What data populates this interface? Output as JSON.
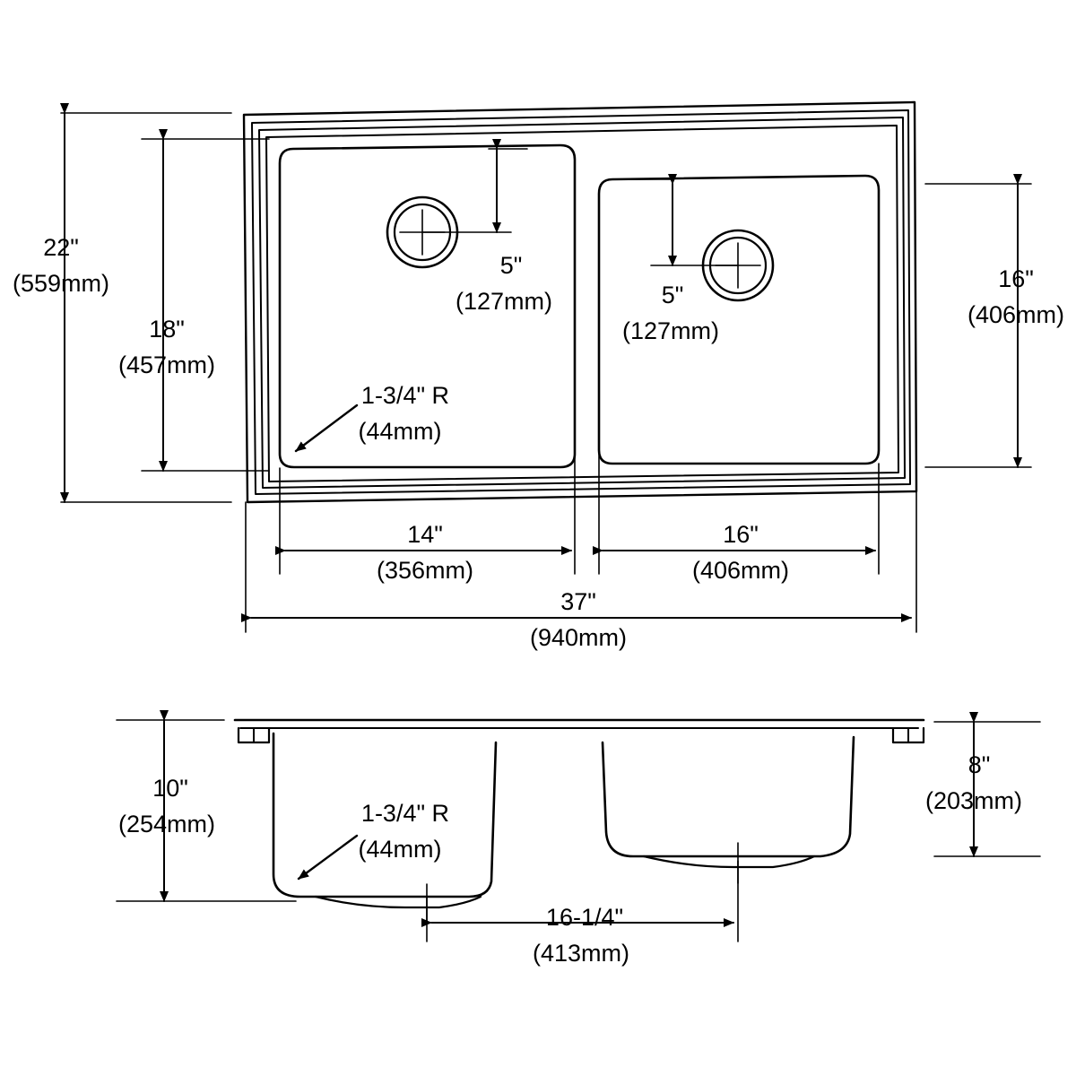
{
  "drawing": {
    "title": "Double bowl kitchen sink dimensioned drawing",
    "views": [
      {
        "name": "top-view",
        "label": ""
      },
      {
        "name": "section-view",
        "label": ""
      }
    ],
    "dimensions": {
      "overall_height_top": {
        "imperial": "22\"",
        "metric": "(559mm)"
      },
      "bowl_depth_top": {
        "imperial": "18\"",
        "metric": "(457mm)"
      },
      "right_bowl_height": {
        "imperial": "16\"",
        "metric": "(406mm)"
      },
      "left_drain_offset": {
        "imperial": "5\"",
        "metric": "(127mm)"
      },
      "right_drain_offset": {
        "imperial": "5\"",
        "metric": "(127mm)"
      },
      "corner_radius_top": {
        "imperial": "1-3/4\" R",
        "metric": "(44mm)"
      },
      "left_bowl_width": {
        "imperial": "14\"",
        "metric": "(356mm)"
      },
      "right_bowl_width": {
        "imperial": "16\"",
        "metric": "(406mm)"
      },
      "overall_width": {
        "imperial": "37\"",
        "metric": "(940mm)"
      },
      "overall_depth_section": {
        "imperial": "10\"",
        "metric": "(254mm)"
      },
      "right_bowl_depth_section": {
        "imperial": "8\"",
        "metric": "(203mm)"
      },
      "corner_radius_section": {
        "imperial": "1-3/4\" R",
        "metric": "(44mm)"
      },
      "bowl_front_to_back": {
        "imperial": "16-1/4\"",
        "metric": "(413mm)"
      }
    },
    "colors": {
      "line": "#000000",
      "background": "#ffffff"
    }
  }
}
